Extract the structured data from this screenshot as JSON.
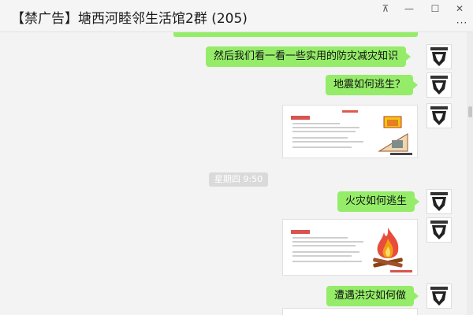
{
  "window": {
    "title": "【禁广告】塘西河睦邻生活馆2群 (205)",
    "controls": {
      "pin": "⊼",
      "minimize": "—",
      "maximize": "☐",
      "close": "✕",
      "more": "···"
    }
  },
  "messages": [
    {
      "type": "text",
      "text": "然后我们看一看一些实用的防灾减灾知识"
    },
    {
      "type": "text",
      "text": "地震如何逃生？"
    },
    {
      "type": "image",
      "subject": "earthquake-safety-slide"
    },
    {
      "type": "time",
      "text": "星期四 9:50"
    },
    {
      "type": "text",
      "text": "火灾如何逃生"
    },
    {
      "type": "image",
      "subject": "fire-safety-slide"
    },
    {
      "type": "text",
      "text": "遭遇洪灾如何做"
    }
  ],
  "colors": {
    "bubble": "#95ec69",
    "background": "#f3f3f3",
    "accent_red": "#d9534f"
  },
  "icons": {
    "avatar": "avatar-icon"
  }
}
